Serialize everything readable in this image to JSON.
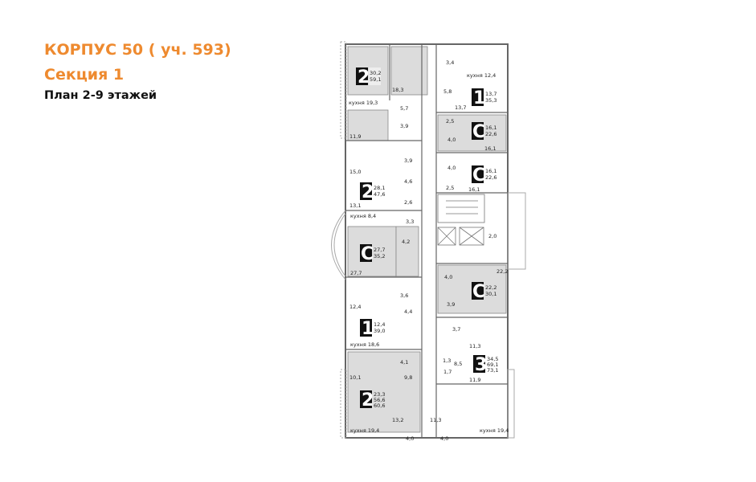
{
  "header": {
    "title": "КОРПУС 50 ( уч. 593)",
    "section": "Секция 1",
    "plan": "План 2-9 этажей"
  },
  "colors": {
    "title_orange": "#ee8a2f",
    "apartment_fill": "#dcdcdc",
    "wall": "#555555",
    "badge_bg": "#111111"
  },
  "apartments": [
    {
      "id": "a1",
      "type": "2",
      "areas": [
        "30,2",
        "59,1"
      ]
    },
    {
      "id": "a2",
      "type": "1",
      "areas": [
        "13,7",
        "35,3"
      ]
    },
    {
      "id": "a3",
      "type": "C",
      "areas": [
        "16,1",
        "22,6"
      ]
    },
    {
      "id": "a4",
      "type": "C",
      "areas": [
        "16,1",
        "22,6"
      ]
    },
    {
      "id": "a5",
      "type": "2",
      "areas": [
        "28,1",
        "47,6"
      ]
    },
    {
      "id": "a6",
      "type": "C",
      "areas": [
        "27,7",
        "35,2"
      ]
    },
    {
      "id": "a7",
      "type": "C",
      "areas": [
        "22,2",
        "30,1"
      ]
    },
    {
      "id": "a8",
      "type": "1",
      "areas": [
        "12,4",
        "39,0"
      ]
    },
    {
      "id": "a9",
      "type": "3",
      "areas": [
        "34,5",
        "69,1",
        "73,1"
      ]
    },
    {
      "id": "a10",
      "type": "2",
      "areas": [
        "23,3",
        "56,6",
        "60,6"
      ]
    }
  ],
  "room_labels": {
    "r1": "18,3",
    "r2": "кухня 19,3",
    "r3": "5,7",
    "r4": "3,9",
    "r5": "11,9",
    "r6": "3,4",
    "r7": "кухня 12,4",
    "r8": "5,8",
    "r9": "13,7",
    "r10": "2,5",
    "r11": "4,0",
    "r12": "16,1",
    "r13": "4,0",
    "r14": "2,5",
    "r15": "16,1",
    "r16": "3,9",
    "r17": "15,0",
    "r18": "4,6",
    "r19": "13,1",
    "r20": "2,6",
    "r21": "кухня 8,4",
    "r22": "3,3",
    "r23": "4,2",
    "r24": "27,7",
    "r25": "3,6",
    "r26": "12,4",
    "r27": "4,4",
    "r28": "кухня 18,6",
    "r29": "2,0",
    "r30": "22,2",
    "r31": "4,0",
    "r32": "3,9",
    "r33": "3,7",
    "r34": "11,3",
    "r35": "1,3",
    "r36": "8,5",
    "r37": "1,7",
    "r38": "11,9",
    "r39": "4,1",
    "r40": "9,8",
    "r41": "10,1",
    "r42": "13,2",
    "r43": "11,3",
    "r44": "кухня 19,4",
    "r45": "4,0",
    "r46": "4,0",
    "r47": "кухня 19,4"
  }
}
